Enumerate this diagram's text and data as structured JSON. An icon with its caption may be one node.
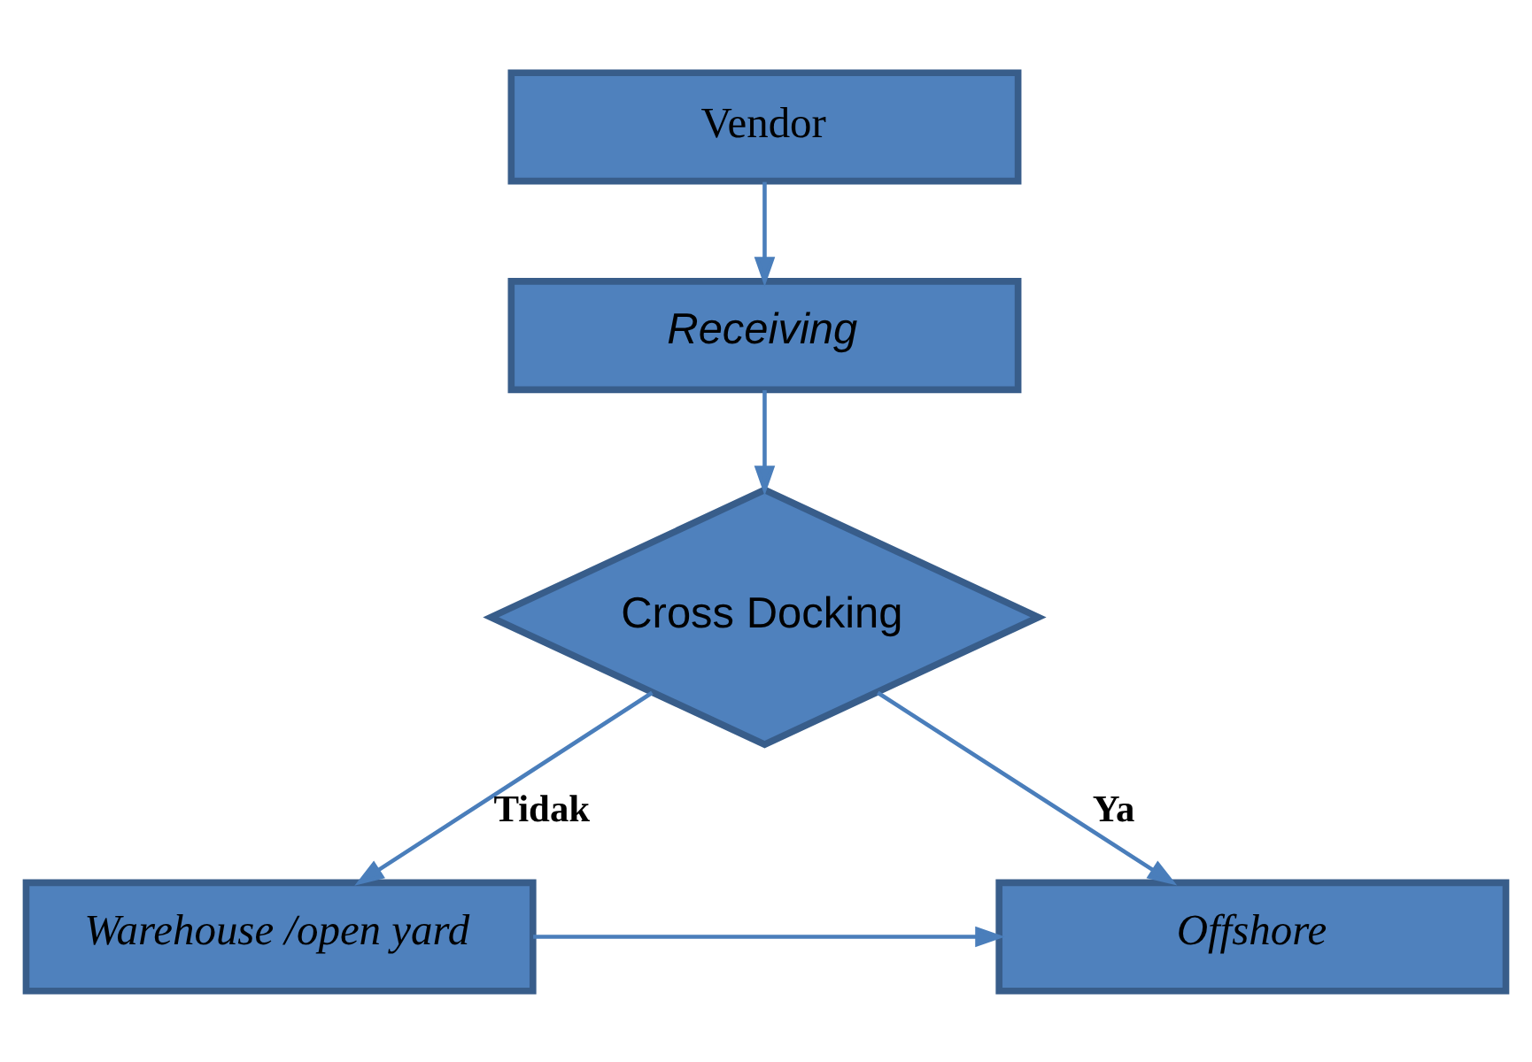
{
  "diagram": {
    "nodes": [
      {
        "text": [
          "Vendor"
        ]
      },
      {
        "text": [
          "Receiving"
        ]
      },
      {
        "text": [
          "Cross Docking"
        ]
      },
      {
        "text": [
          "Warehouse /open yard"
        ]
      },
      {
        "text": [
          "Offshore"
        ]
      }
    ],
    "edges": [
      {
        "from": 0,
        "to": 1,
        "arrow": "to"
      },
      {
        "from": 1,
        "to": 2,
        "arrow": "to"
      },
      {
        "from": 2,
        "to": 3,
        "arrow": "to",
        "label": "Tidak"
      },
      {
        "from": 2,
        "to": 4,
        "arrow": "to",
        "label": "Ya"
      },
      {
        "from": 3,
        "to": 4,
        "arrow": "to"
      }
    ]
  }
}
